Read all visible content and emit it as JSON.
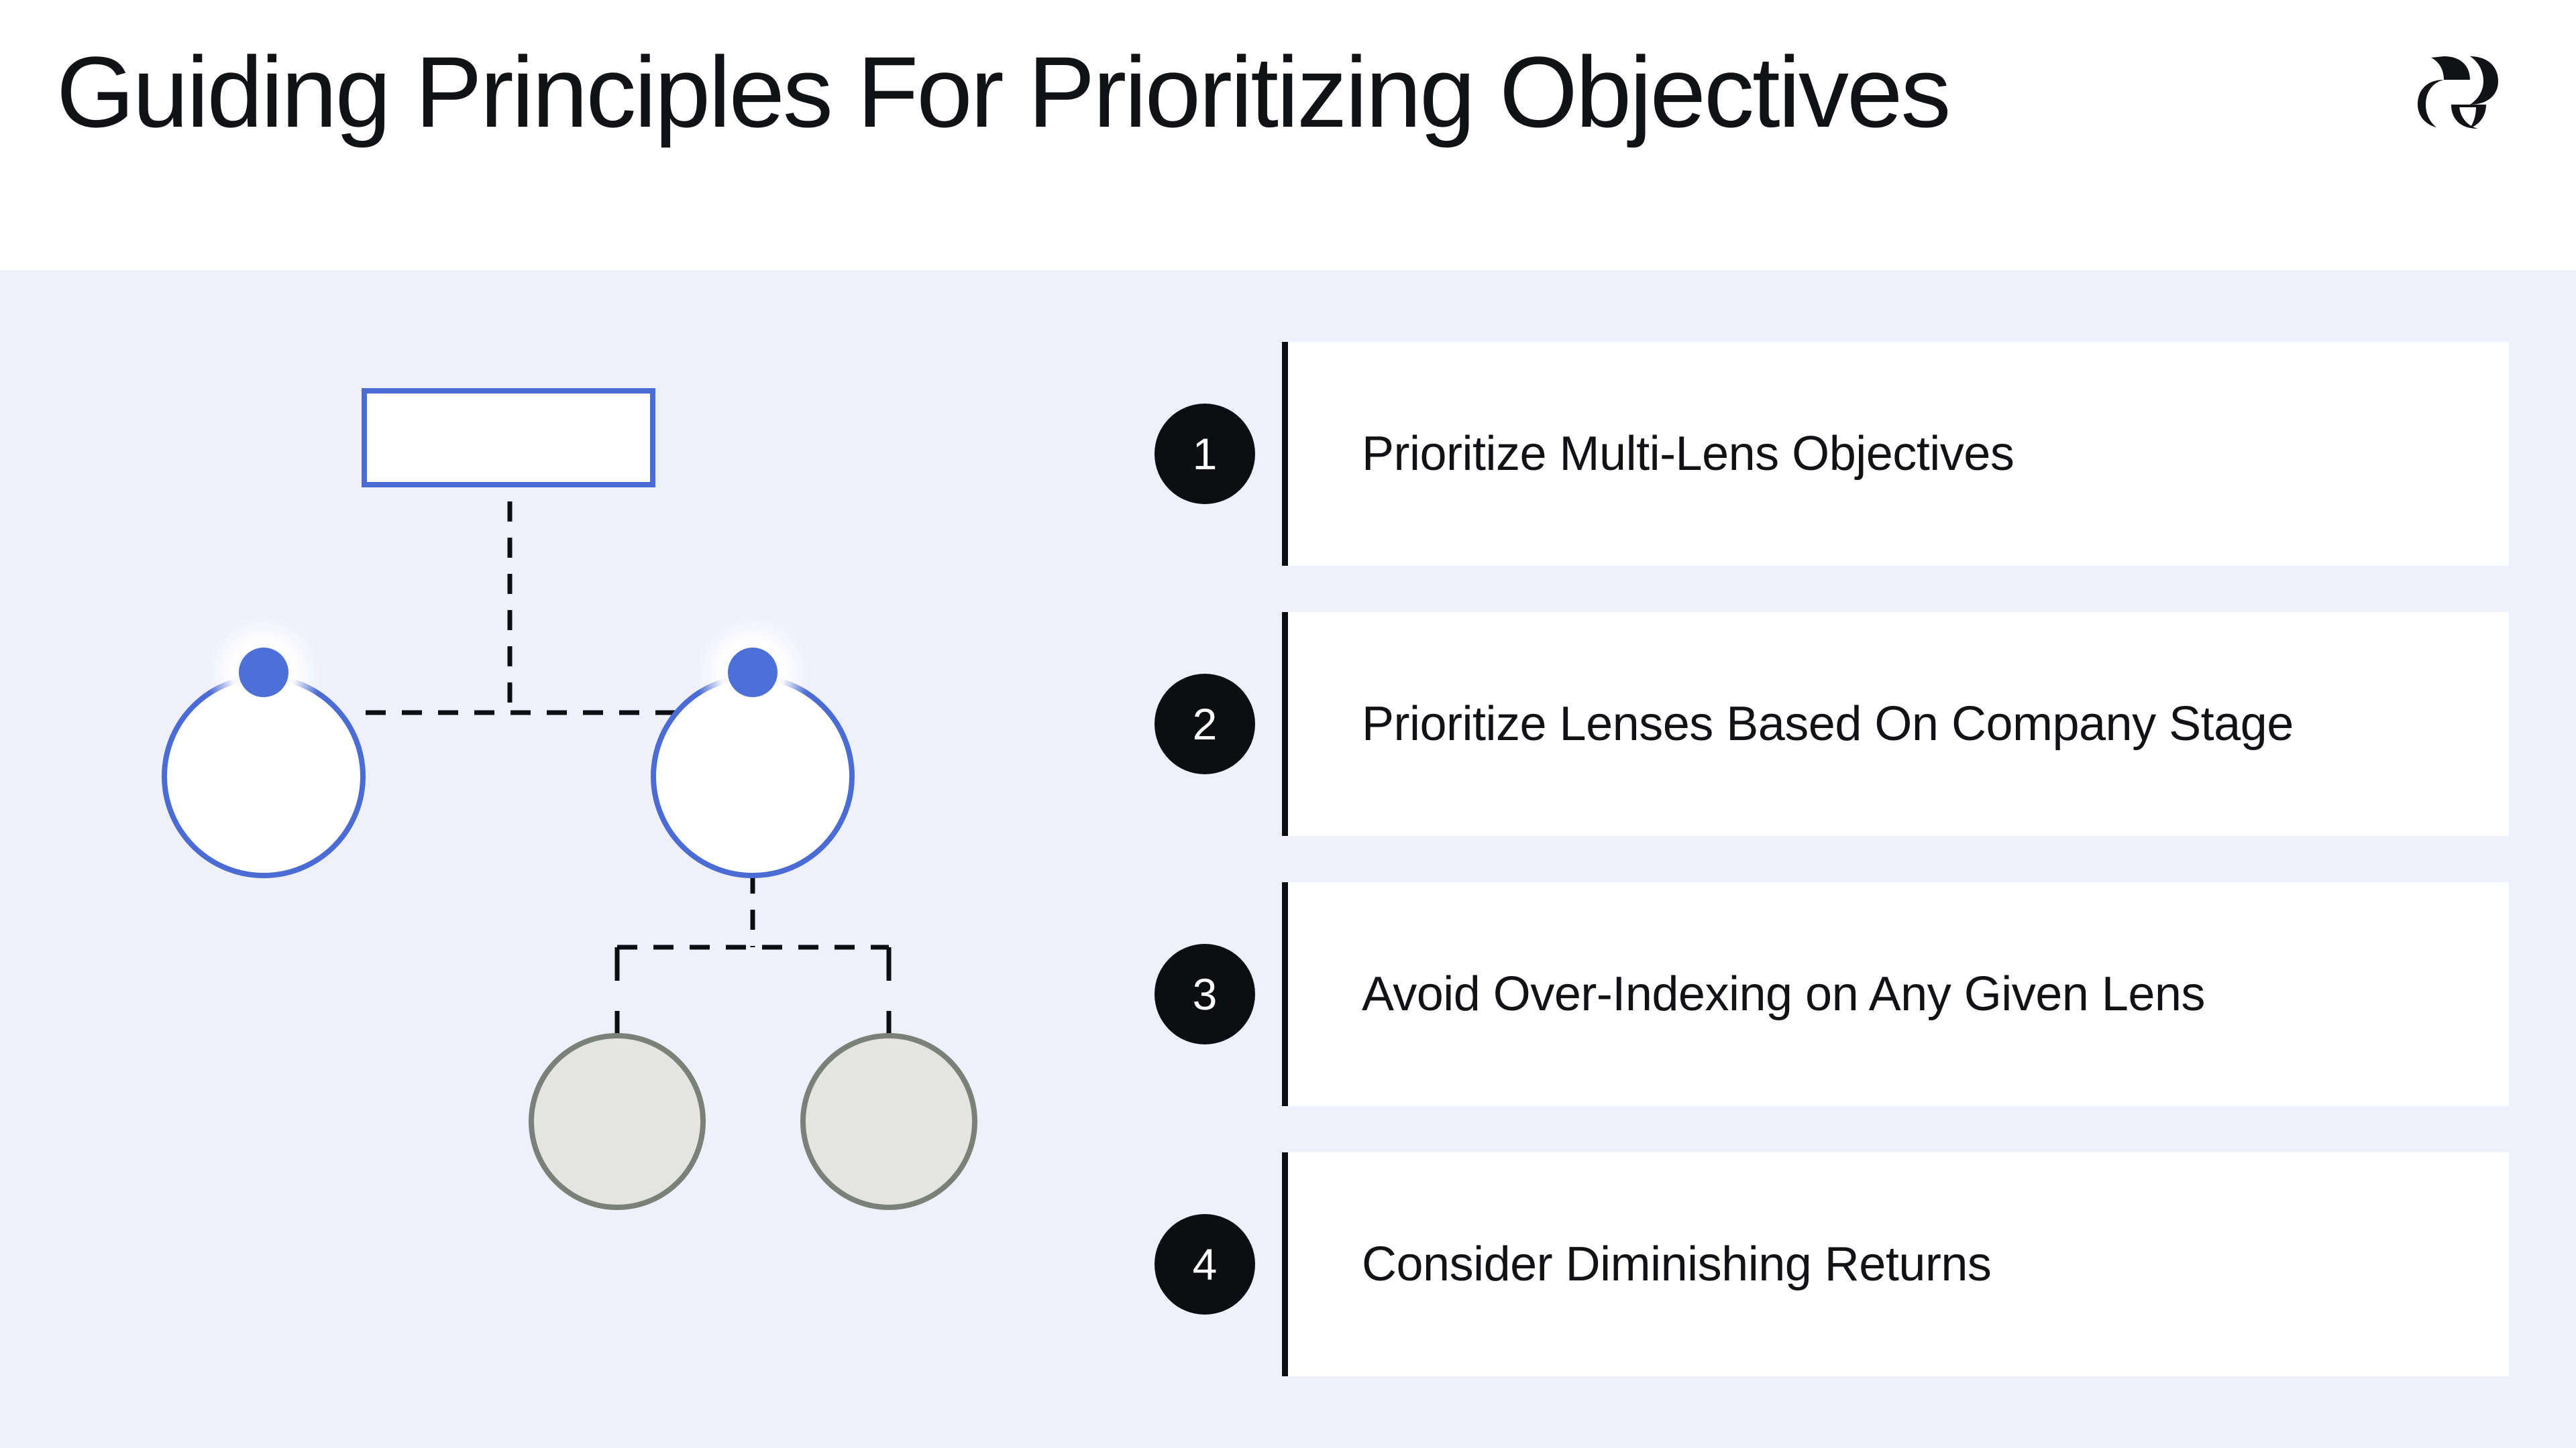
{
  "header": {
    "title": "Guiding Principles For Prioritizing Objectives",
    "logo_name": "brand-logo-r-mark"
  },
  "colors": {
    "page_background": "#FFFFFF",
    "body_background": "#EEF0FC",
    "card_background": "#FFFFFF",
    "accent_bar": "#0C0E11",
    "badge_fill": "#0C0E11",
    "badge_text": "#FFFFFF",
    "title_text": "#111215",
    "diagram_blue": "#4A6CD4",
    "diagram_blue_dot": "#4D6FD8",
    "diagram_gray_fill": "#E4E4E0",
    "diagram_gray_stroke": "#7A8278",
    "diagram_connector": "#0C0E11"
  },
  "principles": [
    {
      "number": "1",
      "label": "Prioritize Multi-Lens Objectives"
    },
    {
      "number": "2",
      "label": "Prioritize Lenses Based On Company Stage"
    },
    {
      "number": "3",
      "label": "Avoid Over-Indexing on Any Given Lens"
    },
    {
      "number": "4",
      "label": "Consider Diminishing Returns"
    }
  ],
  "diagram": {
    "name": "hierarchy-tree-diagram",
    "nodes": [
      {
        "id": "root-rectangle",
        "shape": "rectangle",
        "fill": "#FFFFFF",
        "stroke": "#4A6CD4"
      },
      {
        "id": "left-circle",
        "shape": "circle",
        "fill": "#FFFFFF",
        "stroke": "#4A6CD4",
        "marker": "blue-dot"
      },
      {
        "id": "right-circle",
        "shape": "circle",
        "fill": "#FFFFFF",
        "stroke": "#4A6CD4",
        "marker": "blue-dot"
      },
      {
        "id": "leaf-circle-left",
        "shape": "circle",
        "fill": "#E4E4E0",
        "stroke": "#7A8278"
      },
      {
        "id": "leaf-circle-right",
        "shape": "circle",
        "fill": "#E4E4E0",
        "stroke": "#7A8278"
      }
    ],
    "connector_style": "dashed"
  }
}
